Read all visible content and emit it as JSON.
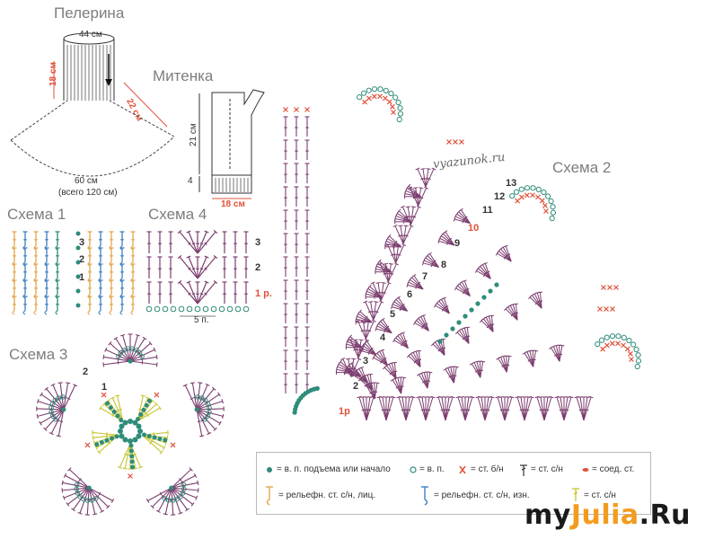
{
  "titles": {
    "pelerina": "Пелерина",
    "mitenka": "Митенка",
    "scheme1": "Схема 1",
    "scheme2": "Схема 2",
    "scheme3": "Схема 3",
    "scheme4": "Схема 4"
  },
  "pelerina": {
    "top": "44 см",
    "height": "18 см",
    "slant": "22 см",
    "bottom": "60 см",
    "total": "(всего 120 см)"
  },
  "mitenka": {
    "height": "21 см",
    "cuff": "4",
    "width": "18 см"
  },
  "scheme1": {
    "rows": [
      "3",
      "2",
      "1"
    ]
  },
  "scheme4": {
    "rows": [
      "3",
      "2",
      "1 р."
    ],
    "repeat": "5 п."
  },
  "scheme2": {
    "rows": [
      "1р",
      "2",
      "3",
      "4",
      "5",
      "6",
      "7",
      "8",
      "9",
      "10",
      "11",
      "12",
      "13"
    ]
  },
  "scheme3": {
    "rows": [
      "1",
      "2"
    ]
  },
  "legend": {
    "items": [
      "= в. п. подъема или начало",
      "= в. п.",
      "= ст. б/н",
      "= ст. с/н",
      "= соед. ст.",
      "= рельефн. ст. с/н, лиц.",
      "= рельефн. ст. с/н, изн.",
      "= ст. с/н"
    ]
  },
  "watermark": "vyazunok.ru",
  "logo": {
    "part1": "my",
    "part2": "Julia",
    "part3": ".Ru"
  },
  "colors": {
    "purple": "#7b3d6e",
    "teal": "#2e8c7a",
    "red": "#e2503a",
    "yellow": "#c9c83a",
    "blue": "#3d7fc1",
    "orange": "#e3a64b",
    "title": "#7d7d7d"
  }
}
